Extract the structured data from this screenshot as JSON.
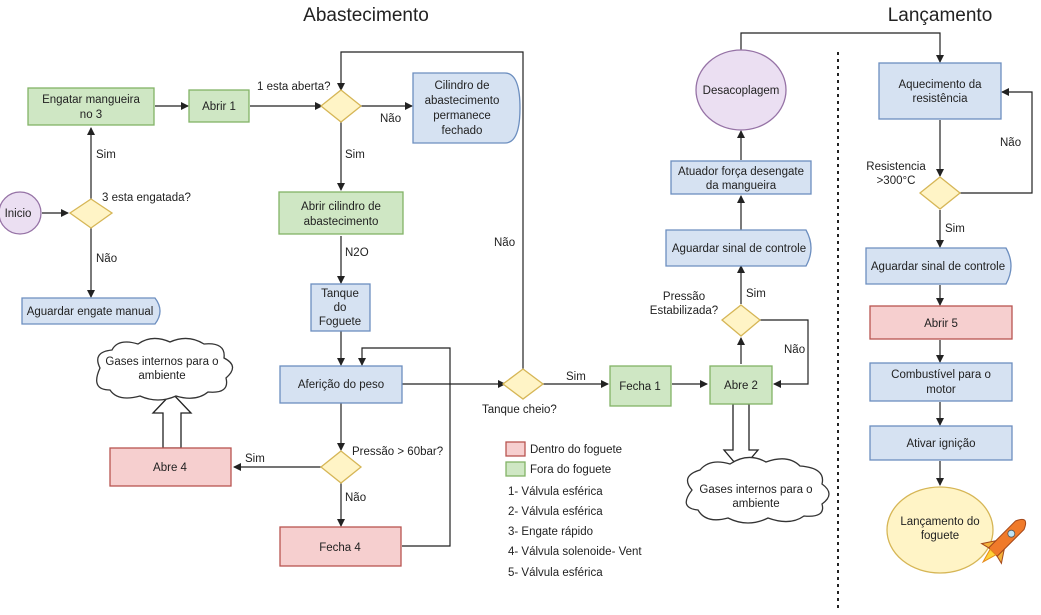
{
  "titles": {
    "left": "Abastecimento",
    "right": "Lançamento"
  },
  "nodes": {
    "inicio": "Inicio",
    "q_engatada": "3 esta engatada?",
    "engatar": [
      "Engatar mangueira",
      "no  3"
    ],
    "aguardar_engate": "Aguardar engate manual",
    "abrir1": "Abrir 1",
    "q_aberta": "1 esta aberta?",
    "cilindro_fechado": [
      "Cilindro de",
      "abastecimento",
      "permanece",
      "fechado"
    ],
    "abrir_cilindro": [
      "Abrir cilindro de",
      "abastecimento"
    ],
    "tanque": [
      "Tanque",
      "do",
      "Foguete"
    ],
    "afericao": "Aferição do peso",
    "q_pressao60": "Pressão > 60bar?",
    "abre4": "Abre 4",
    "gases1": [
      "Gases internos para o",
      "ambiente"
    ],
    "fecha4": "Fecha 4",
    "q_tanque": "Tanque cheio?",
    "fecha1": "Fecha 1",
    "abre2": "Abre 2",
    "gases2": [
      "Gases internos para o",
      "ambiente"
    ],
    "q_estab": [
      "Pressão",
      "Estabilizada?"
    ],
    "aguardar_ctrl1": "Aguardar sinal de controle",
    "atuador": [
      "Atuador força desengate",
      "da mangueira"
    ],
    "desacoplagem": "Desacoplagem",
    "aquecimento": [
      "Aquecimento da",
      "resistência"
    ],
    "q_resist": [
      "Resistencia",
      ">300°C"
    ],
    "aguardar_ctrl2": "Aguardar sinal de controle",
    "abrir5": "Abrir 5",
    "combustivel": [
      "Combustível para o",
      "motor"
    ],
    "ignicao": "Ativar ignição",
    "lancamento": [
      "Lançamento do",
      "foguete"
    ]
  },
  "edge_labels": {
    "sim": "Sim",
    "nao": "Não",
    "n2o": "N2O"
  },
  "legend": {
    "inside": "Dentro do foguete",
    "outside": "Fora do foguete",
    "items": [
      "1- Válvula esférica",
      "2- Válvula esférica",
      "3- Engate rápido",
      "4- Válvula solenoide- Vent",
      "5- Válvula esférica"
    ]
  },
  "colors": {
    "green": "#cfe7c4",
    "blue": "#d6e2f2",
    "red": "#f6cfcf",
    "yellow": "#fff4c6",
    "purple": "#ebdff2",
    "rocket": "#f07a2a"
  },
  "icons": {
    "rocket": "rocket-icon"
  }
}
